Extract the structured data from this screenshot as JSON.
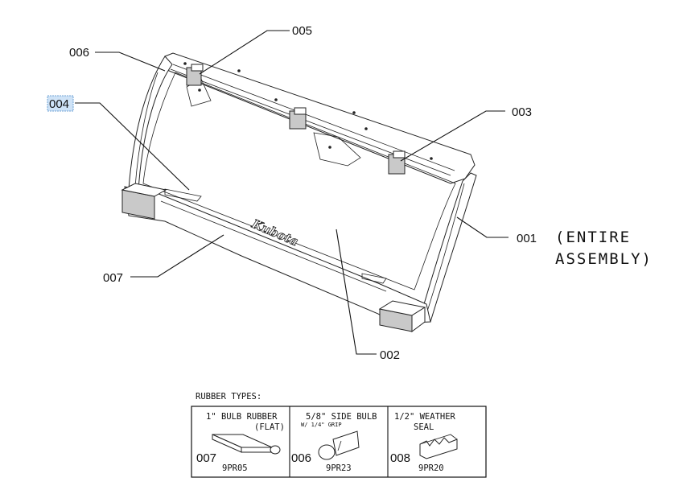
{
  "callouts": {
    "c001": "001",
    "c001_desc_line1": "(ENTIRE",
    "c001_desc_line2": "ASSEMBLY)",
    "c002": "002",
    "c003": "003",
    "c004": "004",
    "c005": "005",
    "c006": "006",
    "c007": "007"
  },
  "brand": "Kubota",
  "rubber_types": {
    "title": "RUBBER TYPES:",
    "items": [
      {
        "label_line1": "1\" BULB RUBBER",
        "label_line2": "(FLAT)",
        "sub": "",
        "id": "007",
        "part_no": "9PR05"
      },
      {
        "label_line1": "5/8\" SIDE BULB",
        "label_line2": "",
        "sub": "W/ 1/4\" GRIP",
        "id": "006",
        "part_no": "9PR23"
      },
      {
        "label_line1": "1/2\" WEATHER",
        "label_line2": "SEAL",
        "sub": "",
        "id": "008",
        "part_no": "9PR20"
      }
    ]
  },
  "colors": {
    "highlight": "#cfe3f7",
    "highlight_border": "#6fa3d6"
  }
}
